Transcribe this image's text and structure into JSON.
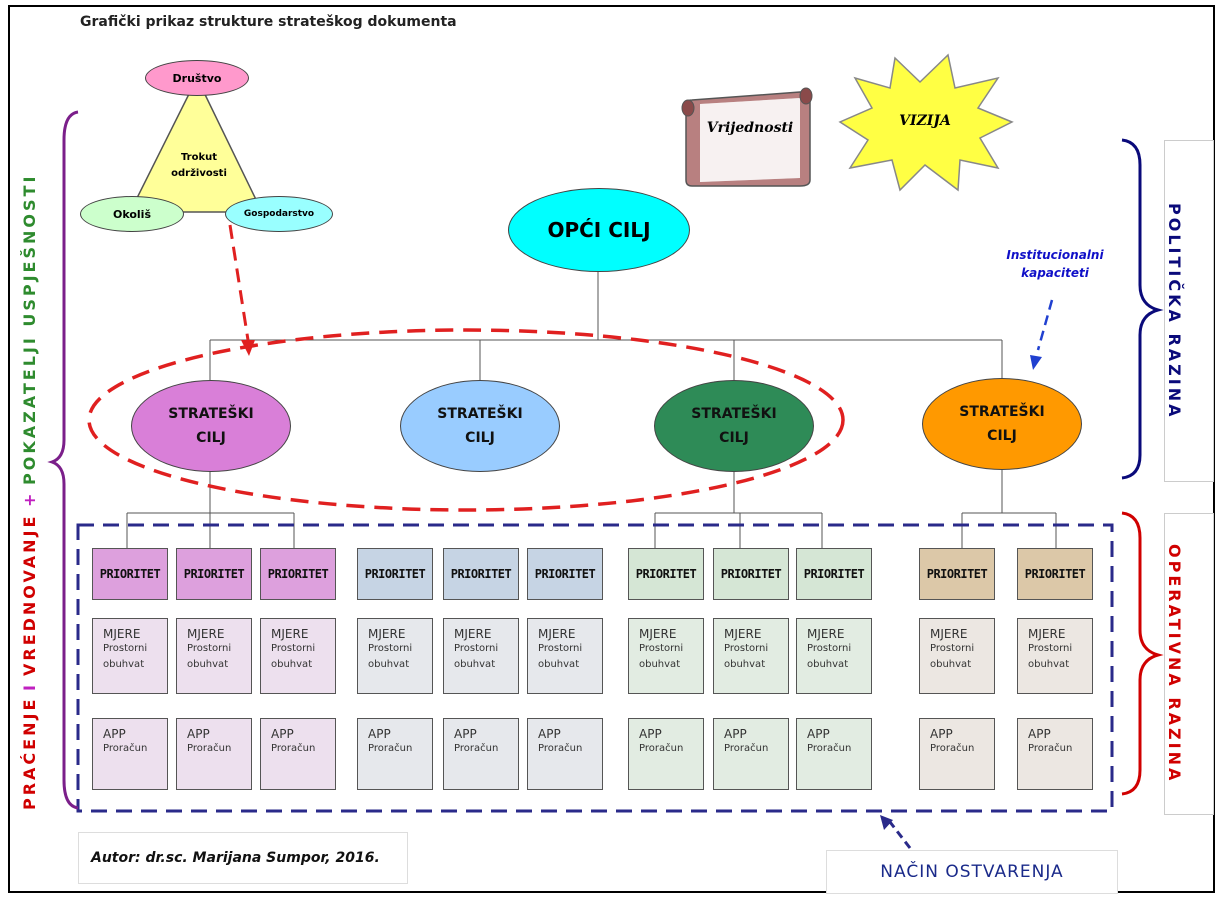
{
  "title": "Grafički prikaz strukture strateškog dokumenta",
  "triangle": {
    "top": "Društvo",
    "center_line1": "Trokut",
    "center_line2": "održivosti",
    "left": "Okoliš",
    "right": "Gospodarstvo"
  },
  "values_label": "Vrijednosti",
  "vision_label": "VIZIJA",
  "main_goal": "OPĆI CILJ",
  "institutional": {
    "line1": "Institucionalni",
    "line2": "kapaciteti"
  },
  "strategic_goals": [
    {
      "line1": "STRATEŠKI",
      "line2": "CILJ",
      "color": "#d97fd8"
    },
    {
      "line1": "STRATEŠKI",
      "line2": "CILJ",
      "color": "#99ccff"
    },
    {
      "line1": "STRATEŠKI",
      "line2": "CILJ",
      "color": "#2e8b57"
    },
    {
      "line1": "STRATEŠKI",
      "line2": "CILJ",
      "color": "#ff9900"
    }
  ],
  "priority_label": "PRIORITET",
  "measures": {
    "title": "MJERE",
    "line1": "Prostorni",
    "line2": "obuhvat"
  },
  "app": {
    "title": "APP",
    "line1": "Proračun"
  },
  "groups": [
    {
      "count": 3,
      "prio_color": "#dda0dd",
      "cell_color": "#ede0ee"
    },
    {
      "count": 3,
      "prio_color": "#c6d4e4",
      "cell_color": "#e6e8ec"
    },
    {
      "count": 3,
      "prio_color": "#d5e6d5",
      "cell_color": "#e2ece2"
    },
    {
      "count": 2,
      "prio_color": "#dcc8a8",
      "cell_color": "#ece7e2"
    }
  ],
  "left_side": {
    "part1": "PRAĆENJE",
    "part2": "I",
    "part3": "VREDNOVANJE",
    "part4": "+",
    "part5": "POKAZATELJI USPJEŠNOSTI"
  },
  "right_side": {
    "political": "POLITIČKA RAZINA",
    "operative": "OPERATIVNA RAZINA"
  },
  "author": "Autor: dr.sc. Marijana Sumpor, 2016.",
  "method": "NAČIN OSTVARENJA",
  "colors": {
    "red_dashed": "#e02020",
    "blue_dashed": "#2a2a8a",
    "purple_brace": "#7b1f8a",
    "navy_brace": "#0a0a7a",
    "red_brace": "#d00000",
    "green_text": "#2e8b2e",
    "main_goal_fill": "#00ffff"
  }
}
